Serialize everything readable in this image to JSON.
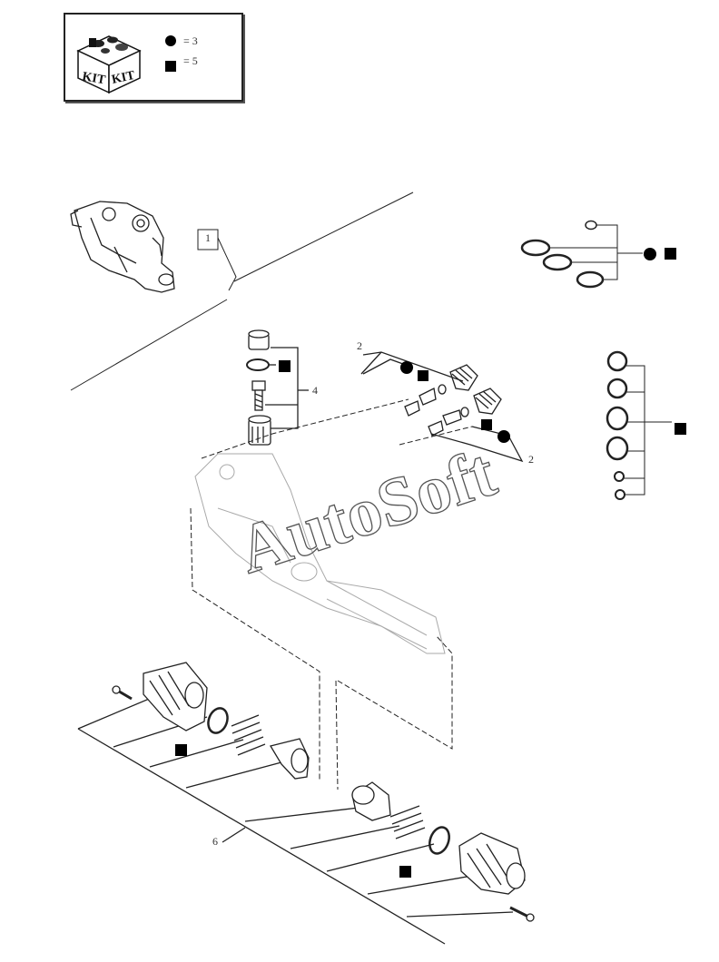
{
  "kit_legend": {
    "circle_count": "= 3",
    "square_count": "= 5"
  },
  "callouts": {
    "ref_1": "1",
    "ref_2a": "2",
    "ref_2b": "2",
    "ref_4": "4",
    "ref_6": "6"
  },
  "kit_logo_text": "KIT KIT",
  "watermark": "AutoSoft",
  "colors": {
    "line": "#222222",
    "marker": "#000000",
    "watermark_stroke": "#555555"
  }
}
